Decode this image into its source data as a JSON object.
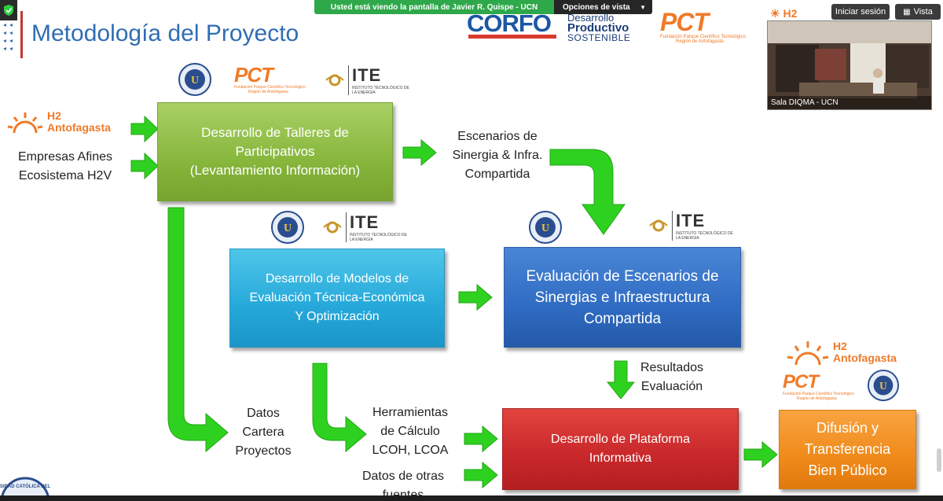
{
  "zoom": {
    "share_banner": "Usted está viendo la pantalla de Javier R. Quispe - UCN",
    "view_options": "Opciones de vista",
    "signin": "Iniciar sesión",
    "view": "Vista",
    "video_caption": "Sala DIQMA - UCN"
  },
  "slide": {
    "title": "Metodología del Proyecto",
    "logos": {
      "corfo": "CORFO",
      "dps_line1": "Desarrollo",
      "dps_line2": "Productivo",
      "dps_line3": "SOSTENIBLE",
      "pct": "PCT",
      "pct_sub1": "Fundación Parque Científico Tecnológico",
      "pct_sub2": "Región de Antofagasta",
      "ite": "ITE",
      "ite_sub1": "INSTITUTO TECNOLÓGICO DE",
      "ite_sub2": "LA ENERGÍA",
      "h2_line1": "H2",
      "h2_line2": "Antofagasta",
      "ucn_badge": "U",
      "ucn_ring": "UNIVERSIDAD CATÓLICA DEL NORTE"
    },
    "left_labels": {
      "h2_input_line1": "H2",
      "h2_input_line2": "Antofagasta",
      "companies_line1": "Empresas Afines",
      "companies_line2": "Ecosistema H2V"
    },
    "boxes": {
      "talleres": [
        "Desarrollo de Talleres de",
        "Participativos",
        "(Levantamiento Información)"
      ],
      "modelos": [
        "Desarrollo de Modelos de",
        "Evaluación Técnica-Económica",
        "Y Optimización"
      ],
      "evaluacion": [
        "Evaluación de Escenarios de",
        "Sinergias e Infraestructura",
        "Compartida"
      ],
      "plataforma": [
        "Desarrollo de Plataforma",
        "Informativa"
      ],
      "difusion": [
        "Difusión y",
        "Transferencia",
        "Bien Público"
      ]
    },
    "labels": {
      "escenarios": [
        "Escenarios de",
        "Sinergia & Infra.",
        "Compartida"
      ],
      "resultados": [
        "Resultados",
        "Evaluación"
      ],
      "datos_cartera": [
        "Datos",
        "Cartera",
        "Proyectos"
      ],
      "herramientas": [
        "Herramientas",
        "de Cálculo",
        "LCOH, LCOA"
      ],
      "otras_fuentes": [
        "Datos de otras",
        "fuentes"
      ]
    }
  }
}
